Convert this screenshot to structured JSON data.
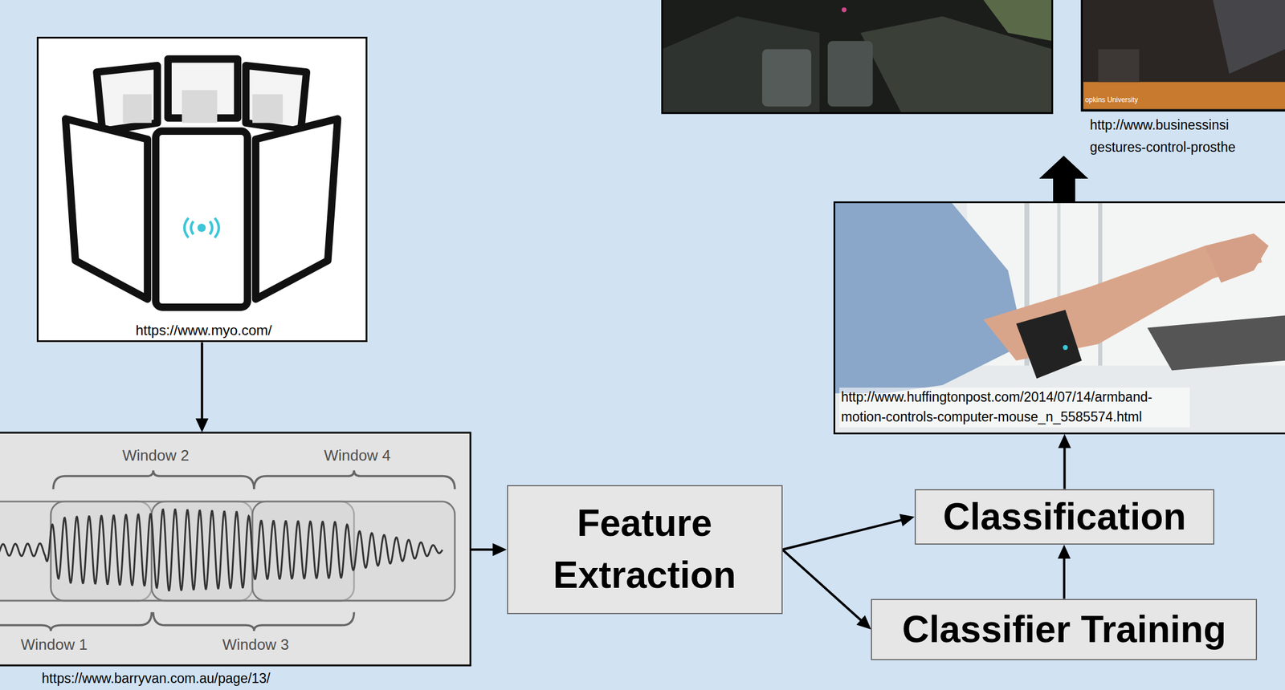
{
  "diagram": {
    "nodes": [
      {
        "text": [
          "opkins University",
          "http://www.businessinsi gestures-control-prosthe"
        ]
      },
      {
        "text": [
          "https://www.myo.com/"
        ]
      },
      {
        "text": [
          "http://www.huffingtonpost.com/2014/07/14/armband-motion-controls-computer-mouse_n_5585574.html"
        ]
      },
      {
        "text": [
          "Window 2",
          "Window 4",
          "Window 1",
          "Window 3",
          "https://www.barryvan.com.au/page/13/"
        ]
      },
      {
        "text": [
          "Feature Extraction"
        ]
      },
      {
        "text": [
          "Classification"
        ]
      },
      {
        "text": [
          "Classifier Training"
        ]
      }
    ],
    "edges": [
      {
        "from": 1,
        "to": 3,
        "arrow": "to"
      },
      {
        "from": 3,
        "to": 4,
        "arrow": "to"
      },
      {
        "from": 4,
        "to": 5,
        "arrow": "to"
      },
      {
        "from": 4,
        "to": 6,
        "arrow": "to"
      },
      {
        "from": 6,
        "to": 5,
        "arrow": "to"
      },
      {
        "from": 5,
        "to": 2,
        "arrow": "to"
      }
    ]
  }
}
